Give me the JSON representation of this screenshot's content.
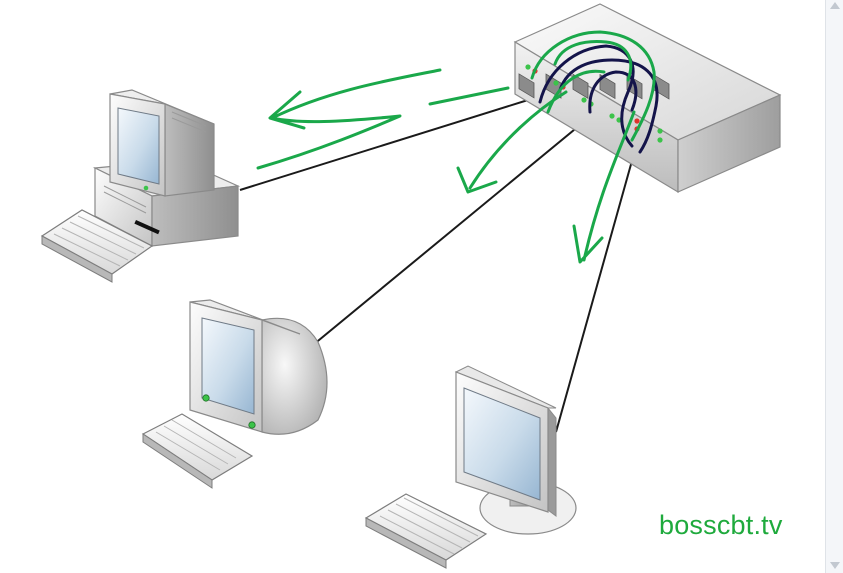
{
  "watermark": "bosscbt.tv",
  "colors": {
    "annotation_green": "#1aa84a",
    "annotation_navy": "#14144a",
    "cable": "#1a1a1a",
    "led_green": "#3cc34a",
    "led_red": "#e0342c",
    "background": "#ffffff"
  },
  "nodes": [
    {
      "id": "switch",
      "kind": "network-switch",
      "ports": 6
    },
    {
      "id": "desktop-tower",
      "kind": "tower-pc-with-monitor-and-keyboard"
    },
    {
      "id": "crt-workstation",
      "kind": "crt-monitor-with-keyboard"
    },
    {
      "id": "flat-panel-workstation",
      "kind": "flat-panel-monitor-with-keyboard"
    }
  ],
  "links": [
    {
      "from": "switch",
      "to": "desktop-tower"
    },
    {
      "from": "switch",
      "to": "crt-workstation"
    },
    {
      "from": "switch",
      "to": "flat-panel-workstation"
    }
  ],
  "annotations": [
    {
      "kind": "hand-drawn-arrow",
      "color": "green",
      "target": "desktop-tower"
    },
    {
      "kind": "hand-drawn-arrow",
      "color": "green",
      "target": "crt-workstation"
    },
    {
      "kind": "hand-drawn-arrow",
      "color": "green",
      "target": "flat-panel-workstation"
    },
    {
      "kind": "hand-drawn-loops",
      "color": "navy",
      "target": "switch"
    }
  ]
}
